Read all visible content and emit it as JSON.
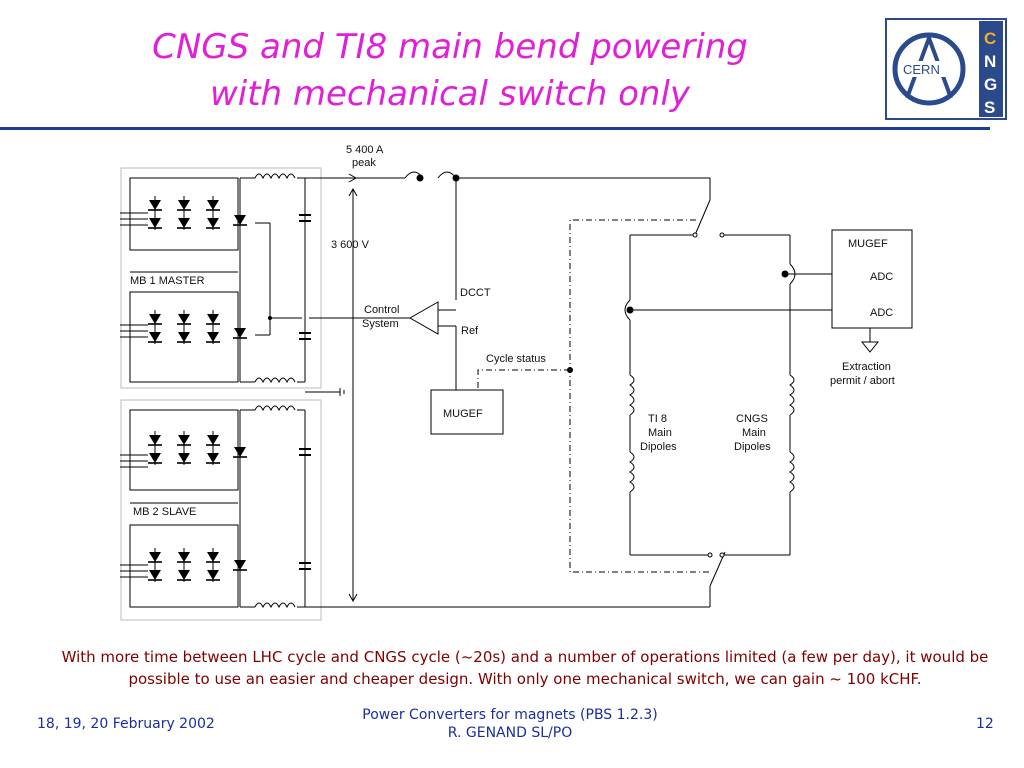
{
  "slide": {
    "title_line1": "CNGS and TI8 main bend powering",
    "title_line2": "with mechanical switch only",
    "body": "With more time between LHC cycle and CNGS cycle (~20s) and a number of operations limited (a few per day), it would be possible to use an easier and cheaper design. With only one mechanical switch, we can gain ~ 100 kCHF.",
    "footer_left": "18, 19, 20 February 2002",
    "footer_center_line1": "Power Converters for magnets (PBS 1.2.3)",
    "footer_center_line2": "R. GENAND SL/PO",
    "page_number": "12"
  },
  "logo": {
    "cern_text": "CERN",
    "letters": [
      "C",
      "N",
      "G",
      "S"
    ]
  },
  "diagram": {
    "current_label_1": "5 400 A",
    "current_label_2": "peak",
    "voltage_label": "3 600 V",
    "master_label": "MB 1 MASTER",
    "slave_label": "MB 2 SLAVE",
    "control_label_1": "Control",
    "control_label_2": "System",
    "dcct_label": "DCCT",
    "ref_label": "Ref",
    "cycle_status_label": "Cycle status",
    "mugef_left_label": "MUGEF",
    "mugef_right_label": "MUGEF",
    "adc_labels": [
      "ADC",
      "ADC"
    ],
    "extraction_label_1": "Extraction",
    "extraction_label_2": "permit / abort",
    "ti8_label": [
      "TI 8",
      "Main",
      "Dipoles"
    ],
    "cngs_label": [
      "CNGS",
      "Main",
      "Dipoles"
    ]
  },
  "colors": {
    "title": "#e020d8",
    "rule": "#1e3f8c",
    "body_text": "#800000",
    "footer": "#1a2ea0",
    "logo_blue": "#2a4a8c",
    "logo_gold": "#f0b020"
  }
}
